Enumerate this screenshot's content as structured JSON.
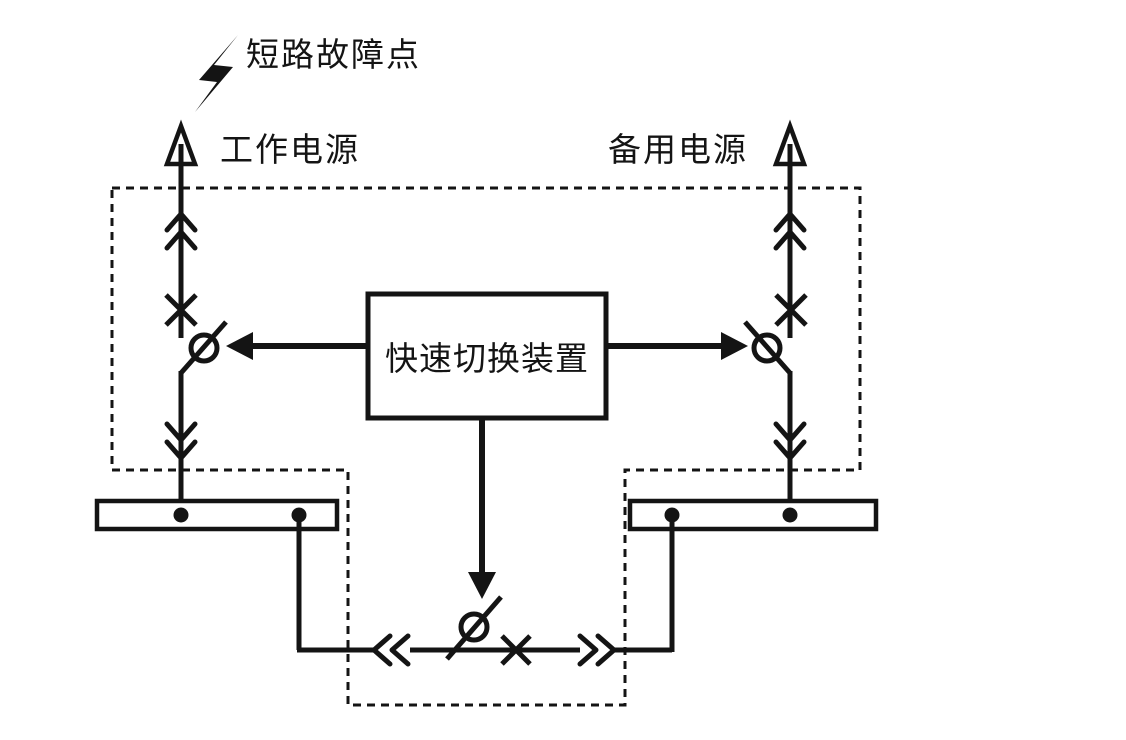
{
  "diagram": {
    "labels": {
      "fault": "短路故障点",
      "working_source": "工作电源",
      "backup_source": "备用电源",
      "control_box": "快速切换装置"
    },
    "icons": {
      "fault_icon": "lightning-bolt",
      "working_source_icon": "arrow-up-triangle",
      "backup_source_icon": "arrow-up-triangle"
    },
    "colors": {
      "line": "#141414",
      "background": "#ffffff"
    }
  }
}
